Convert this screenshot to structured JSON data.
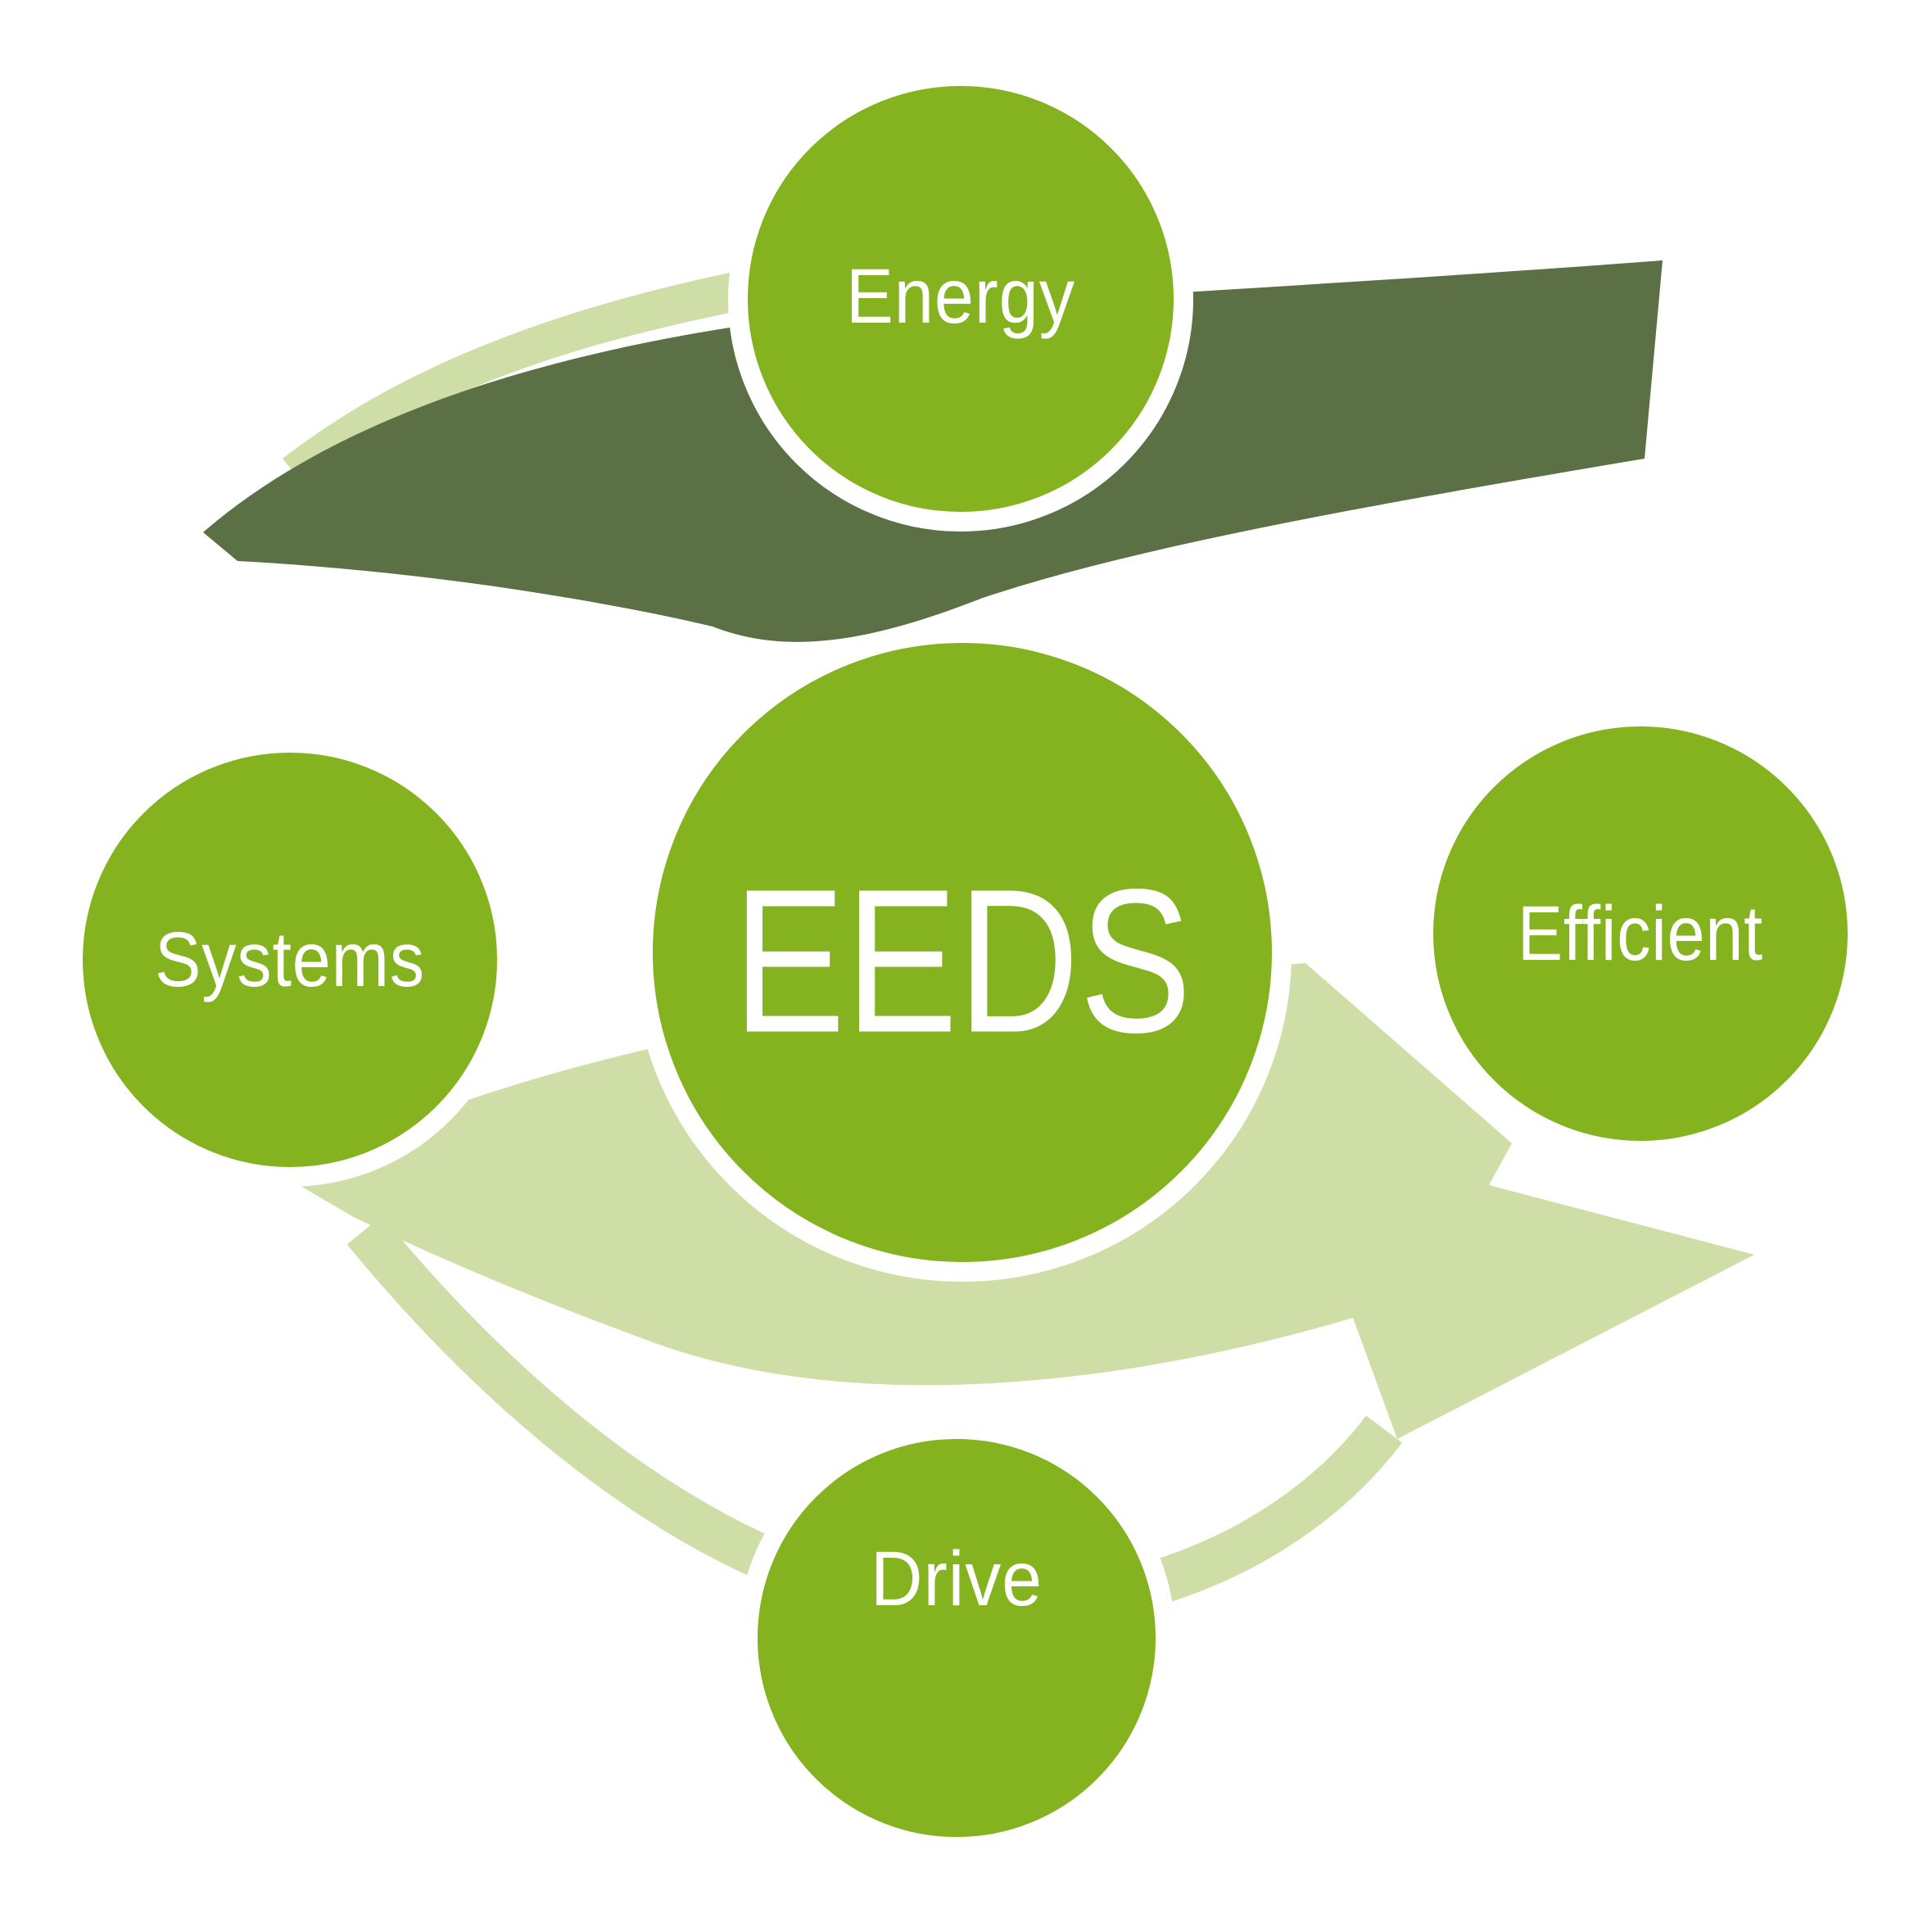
{
  "diagram": {
    "name": "EEDS cycle diagram",
    "nodes": {
      "center": "EEDS",
      "top": "Energy",
      "left": "Systems",
      "right": "Efficient",
      "bottom": "Drive"
    },
    "colors": {
      "node_green": "#84b31f",
      "dark_band": "#5c7046",
      "light_arrow": "#cfdea6",
      "text": "#ffffff",
      "background": "#ffffff"
    }
  }
}
